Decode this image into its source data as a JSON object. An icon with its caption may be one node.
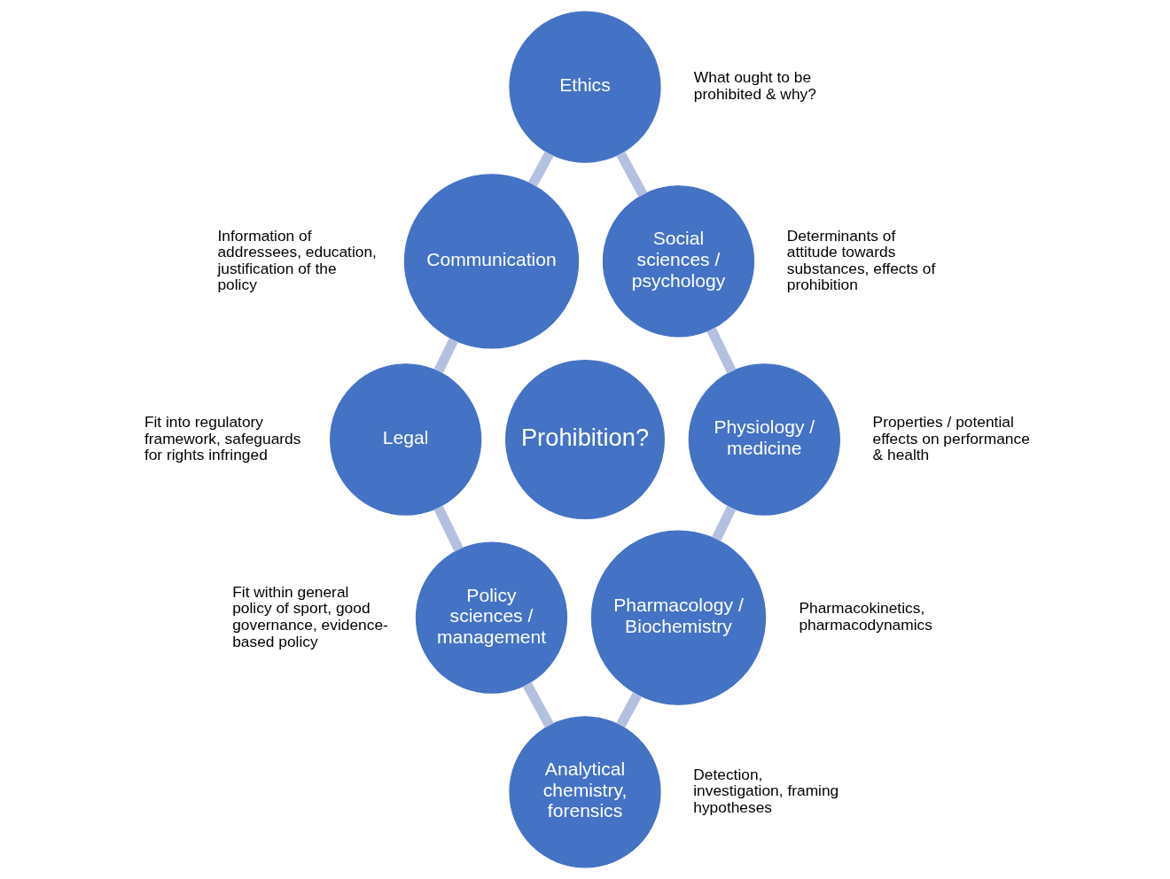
{
  "diagram": {
    "nodes": [
      {
        "text": [
          "Ethics"
        ],
        "beside": [
          "What ought to be prohibited & why?"
        ]
      },
      {
        "text": [
          "Social sciences / psychology"
        ],
        "beside": [
          "Determinants of attitude towards substances, effects of prohibition"
        ]
      },
      {
        "text": [
          "Physiology / medicine"
        ],
        "beside": [
          "Properties / potential effects on performance & health"
        ]
      },
      {
        "text": [
          "Pharmacology / Biochemistry"
        ],
        "beside": [
          "Pharmacokinetics, pharmacodynamics"
        ]
      },
      {
        "text": [
          "Analytical chemistry, forensics"
        ],
        "beside": [
          "Detection, investigation, framing hypotheses"
        ]
      },
      {
        "text": [
          "Policy sciences / management"
        ],
        "beside": [
          "Fit within general policy of sport, good governance, evidence-based policy"
        ]
      },
      {
        "text": [
          "Legal"
        ],
        "beside": [
          "Fit into regulatory framework, safeguards for rights infringed"
        ]
      },
      {
        "text": [
          "Communication"
        ],
        "beside": [
          "Information of addressees, education, justification of the policy"
        ]
      },
      {
        "text": [
          "Prohibition?"
        ]
      }
    ],
    "edges": [
      {
        "from": 0,
        "to": 1,
        "arrow": "none"
      },
      {
        "from": 1,
        "to": 2,
        "arrow": "none"
      },
      {
        "from": 2,
        "to": 3,
        "arrow": "none"
      },
      {
        "from": 3,
        "to": 4,
        "arrow": "none"
      },
      {
        "from": 5,
        "to": 4,
        "arrow": "none"
      },
      {
        "from": 6,
        "to": 5,
        "arrow": "none"
      },
      {
        "from": 7,
        "to": 6,
        "arrow": "none"
      },
      {
        "from": 0,
        "to": 7,
        "arrow": "none"
      }
    ]
  }
}
